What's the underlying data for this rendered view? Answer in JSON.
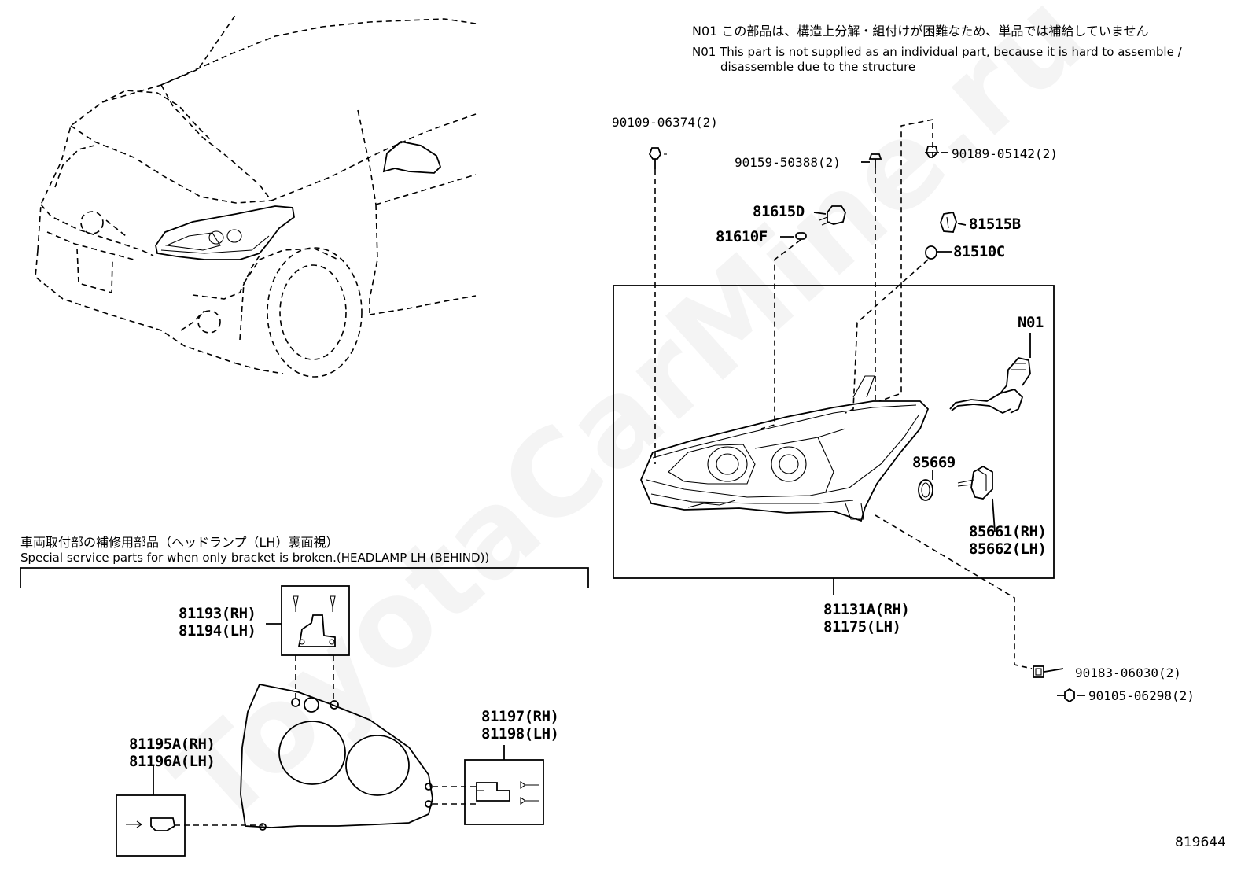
{
  "notes": {
    "n01_jp": "N01 この部品は、構造上分解・組付けが困難なため、単品では補給していません",
    "n01_en_line1": "N01 This part is not supplied as an individual part, because it is hard to assemble /",
    "n01_en_line2": "disassemble due to the structure"
  },
  "callouts": {
    "bolt_top_left": "90109-06374(2)",
    "screw_top_mid": "90159-50388(2)",
    "screw_top_right": "90189-05142(2)",
    "socket_81615d": "81615D",
    "bulb_81610f": "81610F",
    "socket_81515b": "81515B",
    "bulb_81510c": "81510C",
    "n01_tag": "N01",
    "oring_85669": "85669",
    "actuator_rh": "85661(RH)",
    "actuator_lh": "85662(LH)",
    "headlamp_rh": "81131A(RH)",
    "headlamp_lh": "81175(LH)",
    "nut_bottom": "90183-06030(2)",
    "bolt_bottom": "90105-06298(2)",
    "bracket_top_rh": "81193(RH)",
    "bracket_top_lh": "81194(LH)",
    "bracket_side_rh": "81197(RH)",
    "bracket_side_lh": "81198(LH)",
    "bracket_left_rh": "81195A(RH)",
    "bracket_left_lh": "81196A(LH)"
  },
  "service_section": {
    "title_jp": "車両取付部の補修用部品（ヘッドランプ（LH）裏面視）",
    "title_en": "Special service parts for when only bracket is broken.(HEADLAMP LH (BEHIND))"
  },
  "figure_id": "819644",
  "watermark": "ToyotaCarMine.ru"
}
